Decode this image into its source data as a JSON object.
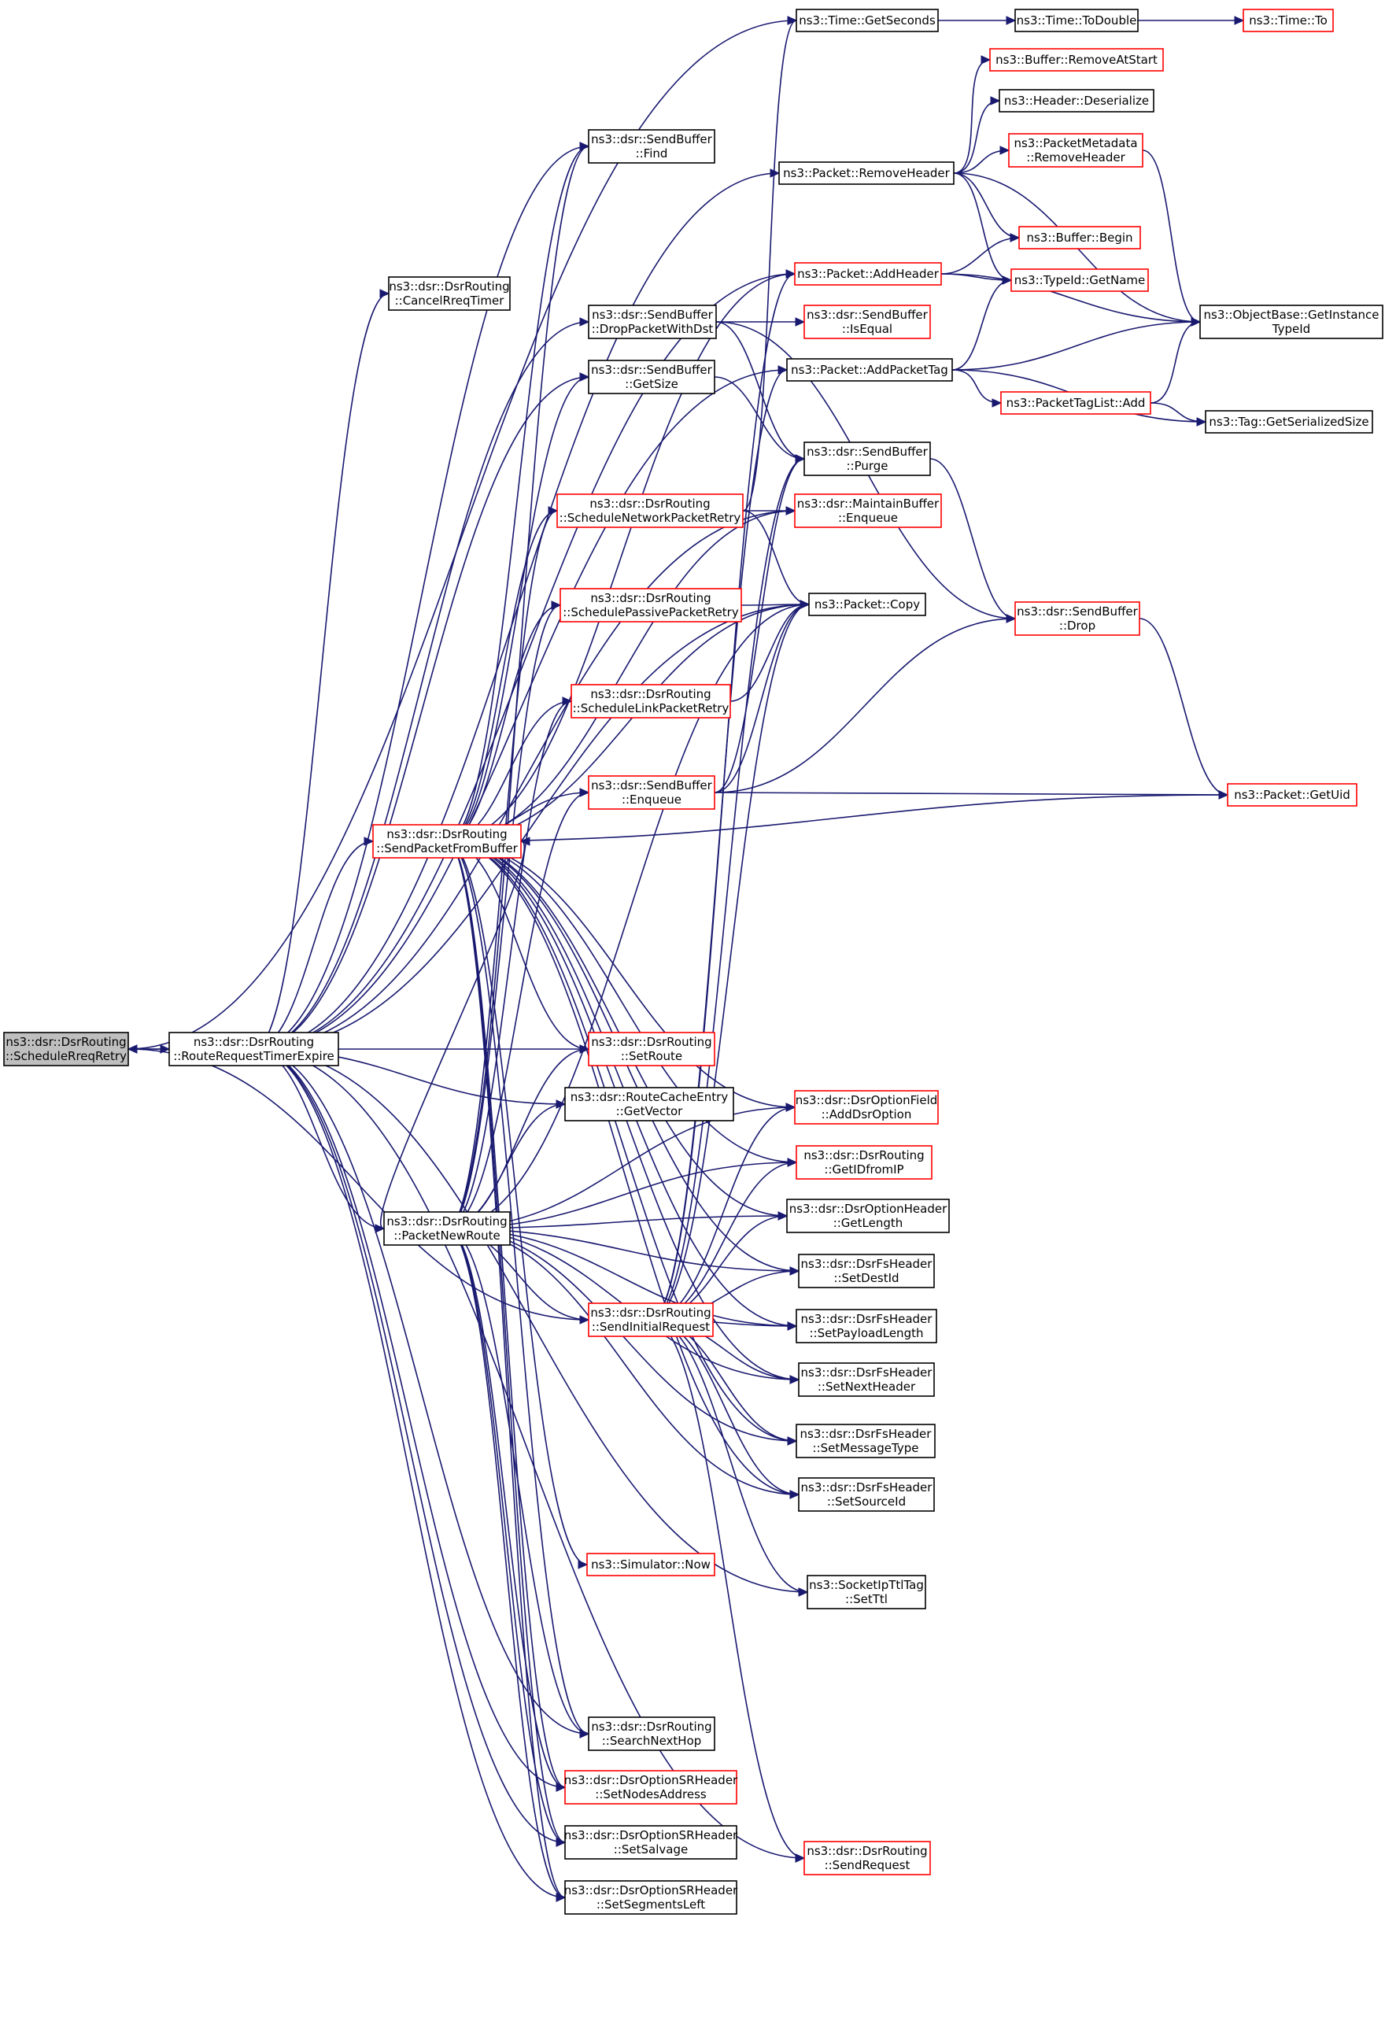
{
  "colors": {
    "edge": "#191970",
    "node_border_normal": "#000000",
    "node_border_red": "#ff0000",
    "node_fill": "#ffffff",
    "root_fill": "#bfbfbf"
  },
  "nodes": [
    {
      "id": "root",
      "lines": [
        "ns3::dsr::DsrRouting",
        "::ScheduleRreqRetry"
      ],
      "style": "root"
    },
    {
      "id": "rrte",
      "lines": [
        "ns3::dsr::DsrRouting",
        "::RouteRequestTimerExpire"
      ],
      "style": "normal"
    },
    {
      "id": "getsec",
      "lines": [
        "ns3::Time::GetSeconds"
      ],
      "style": "normal"
    },
    {
      "id": "todouble",
      "lines": [
        "ns3::Time::ToDouble"
      ],
      "style": "normal"
    },
    {
      "id": "timeto",
      "lines": [
        "ns3::Time::To"
      ],
      "style": "red"
    },
    {
      "id": "removeatstart",
      "lines": [
        "ns3::Buffer::RemoveAtStart"
      ],
      "style": "red"
    },
    {
      "id": "hdrdeser",
      "lines": [
        "ns3::Header::Deserialize"
      ],
      "style": "normal"
    },
    {
      "id": "pmremovehdr",
      "lines": [
        "ns3::PacketMetadata",
        "::RemoveHeader"
      ],
      "style": "red"
    },
    {
      "id": "sbfind",
      "lines": [
        "ns3::dsr::SendBuffer",
        "::Find"
      ],
      "style": "normal"
    },
    {
      "id": "removehdr",
      "lines": [
        "ns3::Packet::RemoveHeader"
      ],
      "style": "normal"
    },
    {
      "id": "bufbegin",
      "lines": [
        "ns3::Buffer::Begin"
      ],
      "style": "red"
    },
    {
      "id": "addheader",
      "lines": [
        "ns3::Packet::AddHeader"
      ],
      "style": "red"
    },
    {
      "id": "typeidname",
      "lines": [
        "ns3::TypeId::GetName"
      ],
      "style": "red"
    },
    {
      "id": "cancelrreq",
      "lines": [
        "ns3::dsr::DsrRouting",
        "::CancelRreqTimer"
      ],
      "style": "normal"
    },
    {
      "id": "dropwithdst",
      "lines": [
        "ns3::dsr::SendBuffer",
        "::DropPacketWithDst"
      ],
      "style": "normal"
    },
    {
      "id": "isequal",
      "lines": [
        "ns3::dsr::SendBuffer",
        "::IsEqual"
      ],
      "style": "red"
    },
    {
      "id": "getinstance",
      "lines": [
        "ns3::ObjectBase::GetInstance",
        "TypeId"
      ],
      "style": "normal"
    },
    {
      "id": "sbgetsize",
      "lines": [
        "ns3::dsr::SendBuffer",
        "::GetSize"
      ],
      "style": "normal"
    },
    {
      "id": "addpackettag",
      "lines": [
        "ns3::Packet::AddPacketTag"
      ],
      "style": "normal"
    },
    {
      "id": "taglistadd",
      "lines": [
        "ns3::PacketTagList::Add"
      ],
      "style": "red"
    },
    {
      "id": "tagsersize",
      "lines": [
        "ns3::Tag::GetSerializedSize"
      ],
      "style": "normal"
    },
    {
      "id": "sbpurge",
      "lines": [
        "ns3::dsr::SendBuffer",
        "::Purge"
      ],
      "style": "normal"
    },
    {
      "id": "schednet",
      "lines": [
        "ns3::dsr::DsrRouting",
        "::ScheduleNetworkPacketRetry"
      ],
      "style": "red"
    },
    {
      "id": "mbenqueue",
      "lines": [
        "ns3::dsr::MaintainBuffer",
        "::Enqueue"
      ],
      "style": "red"
    },
    {
      "id": "schedpassive",
      "lines": [
        "ns3::dsr::DsrRouting",
        "::SchedulePassivePacketRetry"
      ],
      "style": "red"
    },
    {
      "id": "pktcopy",
      "lines": [
        "ns3::Packet::Copy"
      ],
      "style": "normal"
    },
    {
      "id": "sbdrop",
      "lines": [
        "ns3::dsr::SendBuffer",
        "::Drop"
      ],
      "style": "red"
    },
    {
      "id": "schedlink",
      "lines": [
        "ns3::dsr::DsrRouting",
        "::ScheduleLinkPacketRetry"
      ],
      "style": "red"
    },
    {
      "id": "sbenqueue",
      "lines": [
        "ns3::dsr::SendBuffer",
        "::Enqueue"
      ],
      "style": "red"
    },
    {
      "id": "getuid",
      "lines": [
        "ns3::Packet::GetUid"
      ],
      "style": "red"
    },
    {
      "id": "sendpfb",
      "lines": [
        "ns3::dsr::DsrRouting",
        "::SendPacketFromBuffer"
      ],
      "style": "red"
    },
    {
      "id": "setroute",
      "lines": [
        "ns3::dsr::DsrRouting",
        "::SetRoute"
      ],
      "style": "red"
    },
    {
      "id": "rcegetvec",
      "lines": [
        "ns3::dsr::RouteCacheEntry",
        "::GetVector"
      ],
      "style": "normal"
    },
    {
      "id": "adddsropt",
      "lines": [
        "ns3::dsr::DsrOptionField",
        "::AddDsrOption"
      ],
      "style": "red"
    },
    {
      "id": "getidfromip",
      "lines": [
        "ns3::dsr::DsrRouting",
        "::GetIDfromIP"
      ],
      "style": "red"
    },
    {
      "id": "pktnewroute",
      "lines": [
        "ns3::dsr::DsrRouting",
        "::PacketNewRoute"
      ],
      "style": "normal"
    },
    {
      "id": "optgetlen",
      "lines": [
        "ns3::dsr::DsrOptionHeader",
        "::GetLength"
      ],
      "style": "normal"
    },
    {
      "id": "setdestid",
      "lines": [
        "ns3::dsr::DsrFsHeader",
        "::SetDestId"
      ],
      "style": "normal"
    },
    {
      "id": "sendinitreq",
      "lines": [
        "ns3::dsr::DsrRouting",
        "::SendInitialRequest"
      ],
      "style": "red"
    },
    {
      "id": "setpaylen",
      "lines": [
        "ns3::dsr::DsrFsHeader",
        "::SetPayloadLength"
      ],
      "style": "normal"
    },
    {
      "id": "setnexthdr",
      "lines": [
        "ns3::dsr::DsrFsHeader",
        "::SetNextHeader"
      ],
      "style": "normal"
    },
    {
      "id": "setmsgtype",
      "lines": [
        "ns3::dsr::DsrFsHeader",
        "::SetMessageType"
      ],
      "style": "normal"
    },
    {
      "id": "setsrcid",
      "lines": [
        "ns3::dsr::DsrFsHeader",
        "::SetSourceId"
      ],
      "style": "normal"
    },
    {
      "id": "simnow",
      "lines": [
        "ns3::Simulator::Now"
      ],
      "style": "red"
    },
    {
      "id": "setttl",
      "lines": [
        "ns3::SocketIpTtlTag",
        "::SetTtl"
      ],
      "style": "normal"
    },
    {
      "id": "searchnexthop",
      "lines": [
        "ns3::dsr::DsrRouting",
        "::SearchNextHop"
      ],
      "style": "normal"
    },
    {
      "id": "setnodesaddr",
      "lines": [
        "ns3::dsr::DsrOptionSRHeader",
        "::SetNodesAddress"
      ],
      "style": "red"
    },
    {
      "id": "setsalvage",
      "lines": [
        "ns3::dsr::DsrOptionSRHeader",
        "::SetSalvage"
      ],
      "style": "normal"
    },
    {
      "id": "sendrequest",
      "lines": [
        "ns3::dsr::DsrRouting",
        "::SendRequest"
      ],
      "style": "red"
    },
    {
      "id": "setsegleft",
      "lines": [
        "ns3::dsr::DsrOptionSRHeader",
        "::SetSegmentsLeft"
      ],
      "style": "normal"
    }
  ],
  "edges": [
    [
      "root",
      "rrte"
    ],
    [
      "rrte",
      "root"
    ],
    [
      "root",
      "getsec"
    ],
    [
      "sendinitreq",
      "root"
    ],
    [
      "getsec",
      "todouble"
    ],
    [
      "todouble",
      "timeto"
    ],
    [
      "removehdr",
      "removeatstart"
    ],
    [
      "removehdr",
      "hdrdeser"
    ],
    [
      "removehdr",
      "pmremovehdr"
    ],
    [
      "removehdr",
      "bufbegin"
    ],
    [
      "removehdr",
      "typeidname"
    ],
    [
      "removehdr",
      "getinstance"
    ],
    [
      "pmremovehdr",
      "getinstance"
    ],
    [
      "addheader",
      "bufbegin"
    ],
    [
      "addheader",
      "typeidname"
    ],
    [
      "addheader",
      "getinstance"
    ],
    [
      "dropwithdst",
      "isequal"
    ],
    [
      "dropwithdst",
      "sbpurge"
    ],
    [
      "dropwithdst",
      "sbdrop"
    ],
    [
      "addpackettag",
      "typeidname"
    ],
    [
      "addpackettag",
      "getinstance"
    ],
    [
      "addpackettag",
      "taglistadd"
    ],
    [
      "addpackettag",
      "tagsersize"
    ],
    [
      "taglistadd",
      "getinstance"
    ],
    [
      "taglistadd",
      "tagsersize"
    ],
    [
      "sbgetsize",
      "sbpurge"
    ],
    [
      "sbpurge",
      "sbdrop"
    ],
    [
      "sbdrop",
      "getuid"
    ],
    [
      "schednet",
      "getsec"
    ],
    [
      "schednet",
      "mbenqueue"
    ],
    [
      "schednet",
      "pktcopy"
    ],
    [
      "schedpassive",
      "pktcopy"
    ],
    [
      "schedlink",
      "pktcopy"
    ],
    [
      "sbenqueue",
      "pktcopy"
    ],
    [
      "sbenqueue",
      "sbdrop"
    ],
    [
      "sbenqueue",
      "getuid"
    ],
    [
      "sbenqueue",
      "sbpurge"
    ],
    [
      "rrte",
      "removehdr"
    ],
    [
      "rrte",
      "sbfind"
    ],
    [
      "rrte",
      "addheader"
    ],
    [
      "rrte",
      "cancelrreq"
    ],
    [
      "rrte",
      "dropwithdst"
    ],
    [
      "rrte",
      "sbgetsize"
    ],
    [
      "rrte",
      "addpackettag"
    ],
    [
      "rrte",
      "mbenqueue"
    ],
    [
      "rrte",
      "pktcopy"
    ],
    [
      "rrte",
      "sendpfb"
    ],
    [
      "rrte",
      "setroute"
    ],
    [
      "rrte",
      "rcegetvec"
    ],
    [
      "rrte",
      "pktnewroute"
    ],
    [
      "rrte",
      "searchnexthop"
    ],
    [
      "rrte",
      "setnodesaddr"
    ],
    [
      "rrte",
      "setsalvage"
    ],
    [
      "rrte",
      "setsegleft"
    ],
    [
      "rrte",
      "setttl"
    ],
    [
      "rrte",
      "sendrequest"
    ],
    [
      "sendpfb",
      "sbfind"
    ],
    [
      "sendpfb",
      "addheader"
    ],
    [
      "sendpfb",
      "sbgetsize"
    ],
    [
      "sendpfb",
      "schednet"
    ],
    [
      "sendpfb",
      "schedpassive"
    ],
    [
      "sendpfb",
      "schedlink"
    ],
    [
      "sendpfb",
      "sbenqueue"
    ],
    [
      "sendpfb",
      "setroute"
    ],
    [
      "sendpfb",
      "adddsropt"
    ],
    [
      "sendpfb",
      "getidfromip"
    ],
    [
      "sendpfb",
      "optgetlen"
    ],
    [
      "sendpfb",
      "setdestid"
    ],
    [
      "sendpfb",
      "setpaylen"
    ],
    [
      "sendpfb",
      "setnexthdr"
    ],
    [
      "sendpfb",
      "setmsgtype"
    ],
    [
      "sendpfb",
      "setsrcid"
    ],
    [
      "sendpfb",
      "simnow"
    ],
    [
      "sendpfb",
      "searchnexthop"
    ],
    [
      "sendpfb",
      "setnodesaddr"
    ],
    [
      "sendpfb",
      "setsalvage"
    ],
    [
      "sendpfb",
      "setsegleft"
    ],
    [
      "sendpfb",
      "getuid"
    ],
    [
      "sendpfb",
      "pktcopy"
    ],
    [
      "sendpfb",
      "mbenqueue"
    ],
    [
      "pktnewroute",
      "sendpfb"
    ],
    [
      "pktnewroute",
      "sbfind"
    ],
    [
      "pktnewroute",
      "sbenqueue"
    ],
    [
      "pktnewroute",
      "setroute"
    ],
    [
      "pktnewroute",
      "rcegetvec"
    ],
    [
      "pktnewroute",
      "adddsropt"
    ],
    [
      "pktnewroute",
      "getidfromip"
    ],
    [
      "pktnewroute",
      "optgetlen"
    ],
    [
      "pktnewroute",
      "setdestid"
    ],
    [
      "pktnewroute",
      "sendinitreq"
    ],
    [
      "pktnewroute",
      "setpaylen"
    ],
    [
      "pktnewroute",
      "setnexthdr"
    ],
    [
      "pktnewroute",
      "setmsgtype"
    ],
    [
      "pktnewroute",
      "setsrcid"
    ],
    [
      "pktnewroute",
      "searchnexthop"
    ],
    [
      "pktnewroute",
      "setnodesaddr"
    ],
    [
      "pktnewroute",
      "setsalvage"
    ],
    [
      "pktnewroute",
      "setsegleft"
    ],
    [
      "pktnewroute",
      "pktcopy"
    ],
    [
      "pktnewroute",
      "schedlink"
    ],
    [
      "pktnewroute",
      "schedpassive"
    ],
    [
      "pktnewroute",
      "schednet"
    ],
    [
      "sendinitreq",
      "addheader"
    ],
    [
      "sendinitreq",
      "addpackettag"
    ],
    [
      "sendinitreq",
      "pktcopy"
    ],
    [
      "sendinitreq",
      "adddsropt"
    ],
    [
      "sendinitreq",
      "getidfromip"
    ],
    [
      "sendinitreq",
      "optgetlen"
    ],
    [
      "sendinitreq",
      "setdestid"
    ],
    [
      "sendinitreq",
      "setpaylen"
    ],
    [
      "sendinitreq",
      "setnexthdr"
    ],
    [
      "sendinitreq",
      "setmsgtype"
    ],
    [
      "sendinitreq",
      "setsrcid"
    ],
    [
      "sendinitreq",
      "setttl"
    ],
    [
      "sendinitreq",
      "sendrequest"
    ],
    [
      "sendinitreq",
      "sbpurge"
    ]
  ]
}
